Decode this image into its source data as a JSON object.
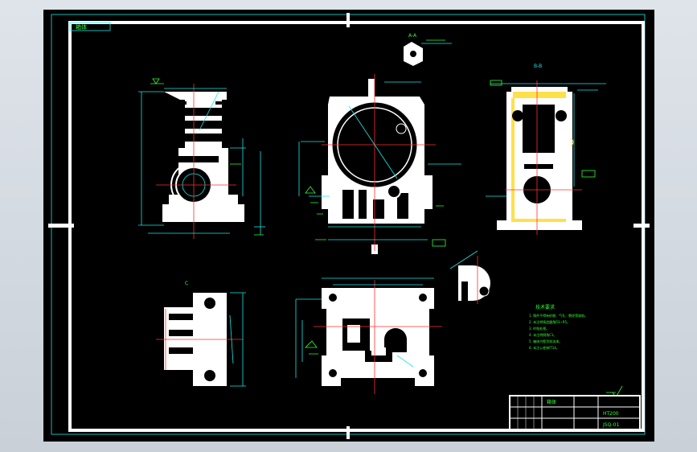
{
  "sheet": {
    "background": "#000000",
    "frame_color": "#ffffff",
    "dimension_color": "#19e6e6",
    "annotation_color": "#31ff31",
    "centerline_color": "#ff3030",
    "section_fill_color": "#ffe04a"
  },
  "labels": {
    "title_tag": "箱体",
    "section_a": "A-A",
    "section_b": "B-B",
    "view_c": "C",
    "tech_title": "技术要求",
    "tech_lines": [
      "1. 铸件不得有砂眼、气孔、裂纹等缺陷。",
      "2. 未注明铸造圆角R3~R5。",
      "3. 时效处理。",
      "4. 未注明倒角C1。",
      "5. 箱体内壁涂耐油漆。",
      "6. 未注公差按IT14。"
    ],
    "titleblock_name": "箱体",
    "titleblock_material": "HT200",
    "titleblock_code": "JSQ-01"
  }
}
